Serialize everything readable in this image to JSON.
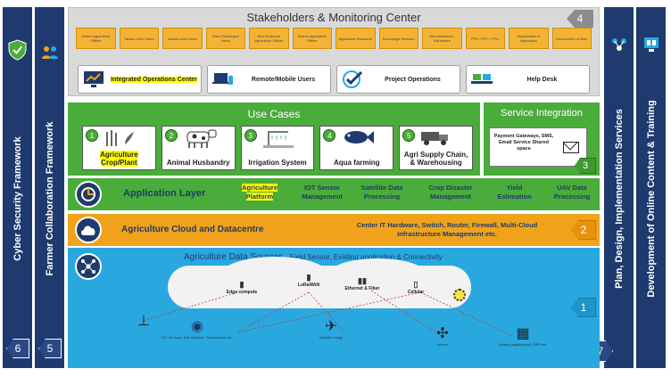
{
  "stakeholders": {
    "title": "Stakeholders & Monitoring Center",
    "badge": "4",
    "boxes": [
      "District Agriculture Officer",
      "Taluka Level Users",
      "Taluka Level Users",
      "Gram Panchayat Users",
      "Sub Divisional Agriculture Officer",
      "District Agriculture Officer",
      "Agriculture Research",
      "Knowledge Partners",
      "Administrators / Volunteers",
      "FPO / FPC / FPU",
      "Department of Agriculture",
      "Government of Mah."
    ],
    "services": [
      {
        "label": "Integrated Operations Center",
        "icon": "monitor-chart-icon"
      },
      {
        "label": "Remote/Mobile Users",
        "icon": "laptop-phone-icon"
      },
      {
        "label": "Project Operations",
        "icon": "checkmark-icon"
      },
      {
        "label": "Help Desk",
        "icon": "help-desk-icon"
      }
    ]
  },
  "use_cases": {
    "title": "Use Cases",
    "items": [
      {
        "num": "1",
        "name": "Agriculture Crop/Plant",
        "icon": "wheat-icon"
      },
      {
        "num": "2",
        "name": "Animal Husbandry",
        "icon": "cow-icon"
      },
      {
        "num": "3",
        "name": "Irrigation System",
        "icon": "irrigation-icon"
      },
      {
        "num": "4",
        "name": "Aqua farming",
        "icon": "fish-icon"
      },
      {
        "num": "5",
        "name": "Agri Supply Chain, & Warehousing",
        "icon": "truck-icon"
      }
    ]
  },
  "service_integration": {
    "title": "Service Integration",
    "text": "Payment Gateways, SMS, Email Service Shared space",
    "badge": "3"
  },
  "application_layer": {
    "title": "Application Layer",
    "items": [
      "Agriculture Platform",
      "IOT Sensor Management",
      "Satellite Data Processing",
      "Crop Disaster Management",
      "Yield Estimation",
      "UAV Data Processing"
    ]
  },
  "cloud": {
    "title": "Agriculture Cloud and Datacentre",
    "description": "Center IT Hardware, Switch, Router, Firewall, Multi-Cloud Infrastructure Management etc.",
    "badge": "2"
  },
  "data_sources": {
    "title": "Agriculture Data Sources",
    "subtitle": "- Field Sensor, Existing application & Connectivity",
    "badge": "1",
    "nodes": [
      "Edge compute",
      "LoRaWAN",
      "Ethernet & Fiber",
      "Cellular"
    ],
    "devices": [
      "IOT Sensors, Soil Moisture, Temperature etc.",
      "Satellite Image",
      "Drones",
      "Existing applications, ERP, etc."
    ]
  },
  "left_panels": {
    "cyber": "Cyber Security Framework",
    "cyber_badge": "6",
    "farmer": "Farmer Collaboration Framework",
    "farmer_badge": "5"
  },
  "right_panels": {
    "plan": "Plan, Design, Implementation Services",
    "plan_badge": "7",
    "training": "Development of Online Content & Training"
  },
  "colors": {
    "navy": "#1f3a6e",
    "green": "#4aac3a",
    "orange": "#f0a31a",
    "blue": "#29a8e0",
    "grey": "#d9d9d9"
  }
}
